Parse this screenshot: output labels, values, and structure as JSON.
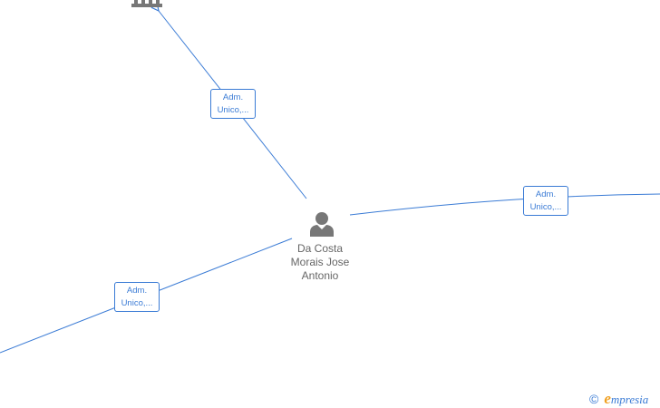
{
  "person": {
    "name_lines": [
      "Da Costa",
      "Morais Jose",
      "Antonio"
    ],
    "icon": "person-icon"
  },
  "company": {
    "icon": "building-icon"
  },
  "edges": [
    {
      "id": "edge-company",
      "label_line1": "Adm.",
      "label_line2": "Unico,..."
    },
    {
      "id": "edge-right",
      "label_line1": "Adm.",
      "label_line2": "Unico,..."
    },
    {
      "id": "edge-left",
      "label_line1": "Adm.",
      "label_line2": "Unico,..."
    }
  ],
  "footer": {
    "copyright_symbol": "©",
    "brand_initial": "e",
    "brand_rest": "mpresia"
  },
  "colors": {
    "edge": "#3a7bd5",
    "node_icon": "#777777",
    "node_text": "#666666",
    "brand_accent": "#f0a020"
  }
}
